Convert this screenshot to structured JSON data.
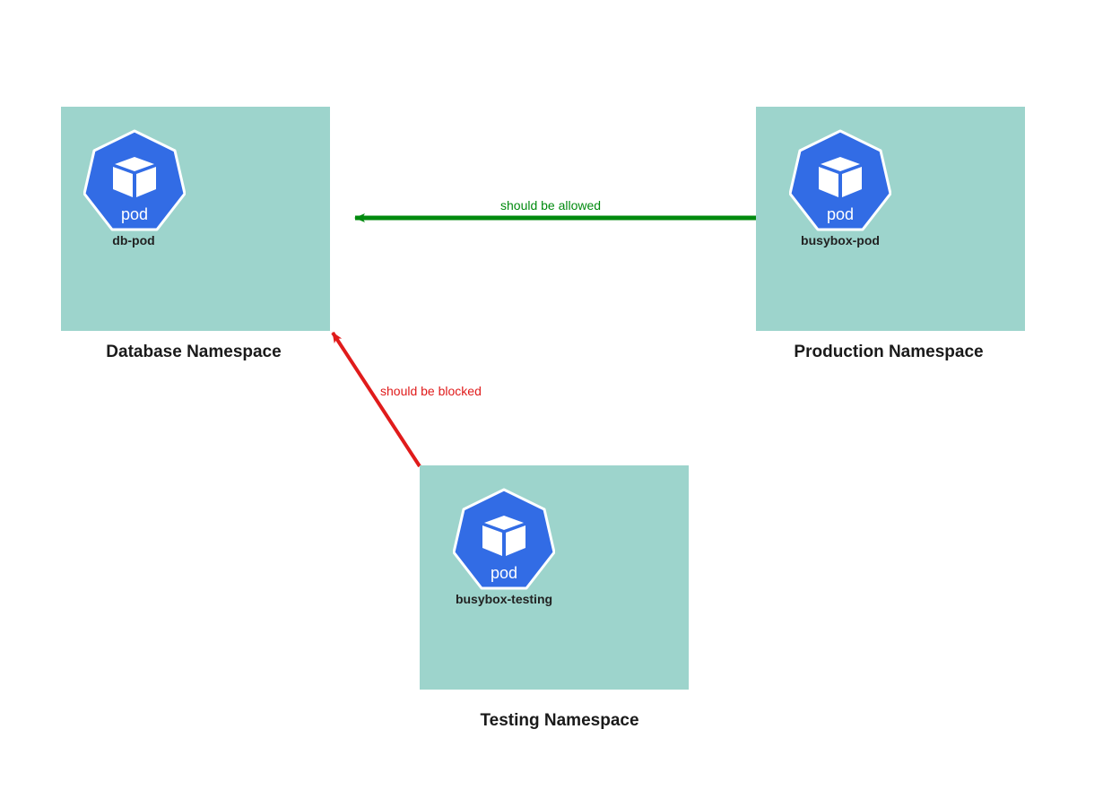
{
  "namespaces": {
    "database": {
      "title": "Database Namespace",
      "pod_name": "db-pod",
      "pod_icon_text": "pod"
    },
    "production": {
      "title": "Production Namespace",
      "pod_name": "busybox-pod",
      "pod_icon_text": "pod"
    },
    "testing": {
      "title": "Testing Namespace",
      "pod_name": "busybox-testing",
      "pod_icon_text": "pod"
    }
  },
  "connections": {
    "allowed": {
      "label": "should be allowed",
      "color": "#008a0e"
    },
    "blocked": {
      "label": "should be blocked",
      "color": "#e01b1b"
    }
  },
  "colors": {
    "namespace_fill": "#9dd4cc",
    "pod_fill": "#326ce5"
  },
  "icons": {
    "pod": "kubernetes-pod-icon"
  }
}
